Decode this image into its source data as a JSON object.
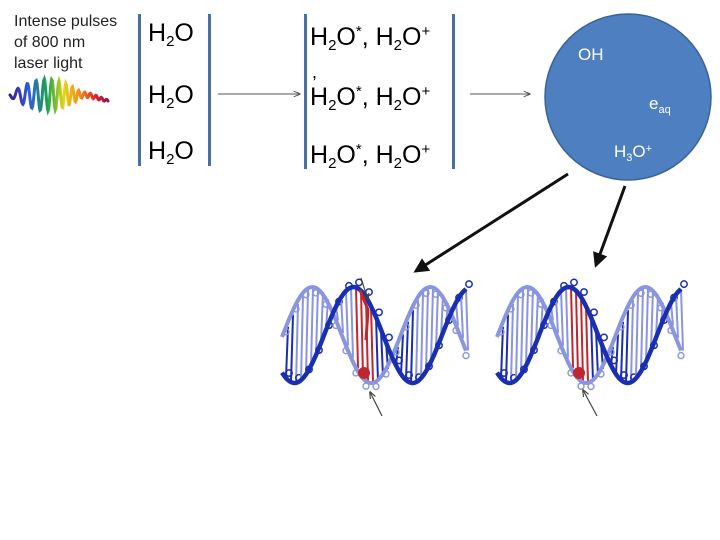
{
  "laser": {
    "label": "Intense pulses\nof 800 nm\nlaser light"
  },
  "column1": {
    "rows": [
      {
        "a": "H",
        "sub": "2",
        "b": "O"
      },
      {
        "a": "H",
        "sub": "2",
        "b": "O"
      },
      {
        "a": "H",
        "sub": "2",
        "b": "O"
      }
    ]
  },
  "column2": {
    "rows": [
      {
        "a": "H",
        "sub1": "2",
        "b": "O",
        "sup1": "*",
        "c": ", H",
        "sub2": "2",
        "d": "O",
        "sup2": "+"
      },
      {
        "a": "H",
        "sub1": "2",
        "b": "O",
        "sup1": "*",
        "c": ", H",
        "sub2": "2",
        "d": "O",
        "sup2": "+"
      },
      {
        "a": "H",
        "sub1": "2",
        "b": "O",
        "sup1": "*",
        "c": ", H",
        "sub2": "2",
        "d": "O",
        "sup2": "+"
      }
    ],
    "stray_mark": ","
  },
  "products": {
    "oh": "OH",
    "e_main": "e",
    "e_sub": "aq",
    "h3o_a": "H",
    "h3o_sub": "3",
    "h3o_b": "O",
    "h3o_sup": "+"
  },
  "colors": {
    "bracket": "#4a6fa5",
    "circle": "#4e7fc1",
    "circle_stroke": "#3a6399",
    "dna_dark": "#1a2fb0",
    "dna_light": "#8a95e0",
    "damage": "#c0262d"
  }
}
